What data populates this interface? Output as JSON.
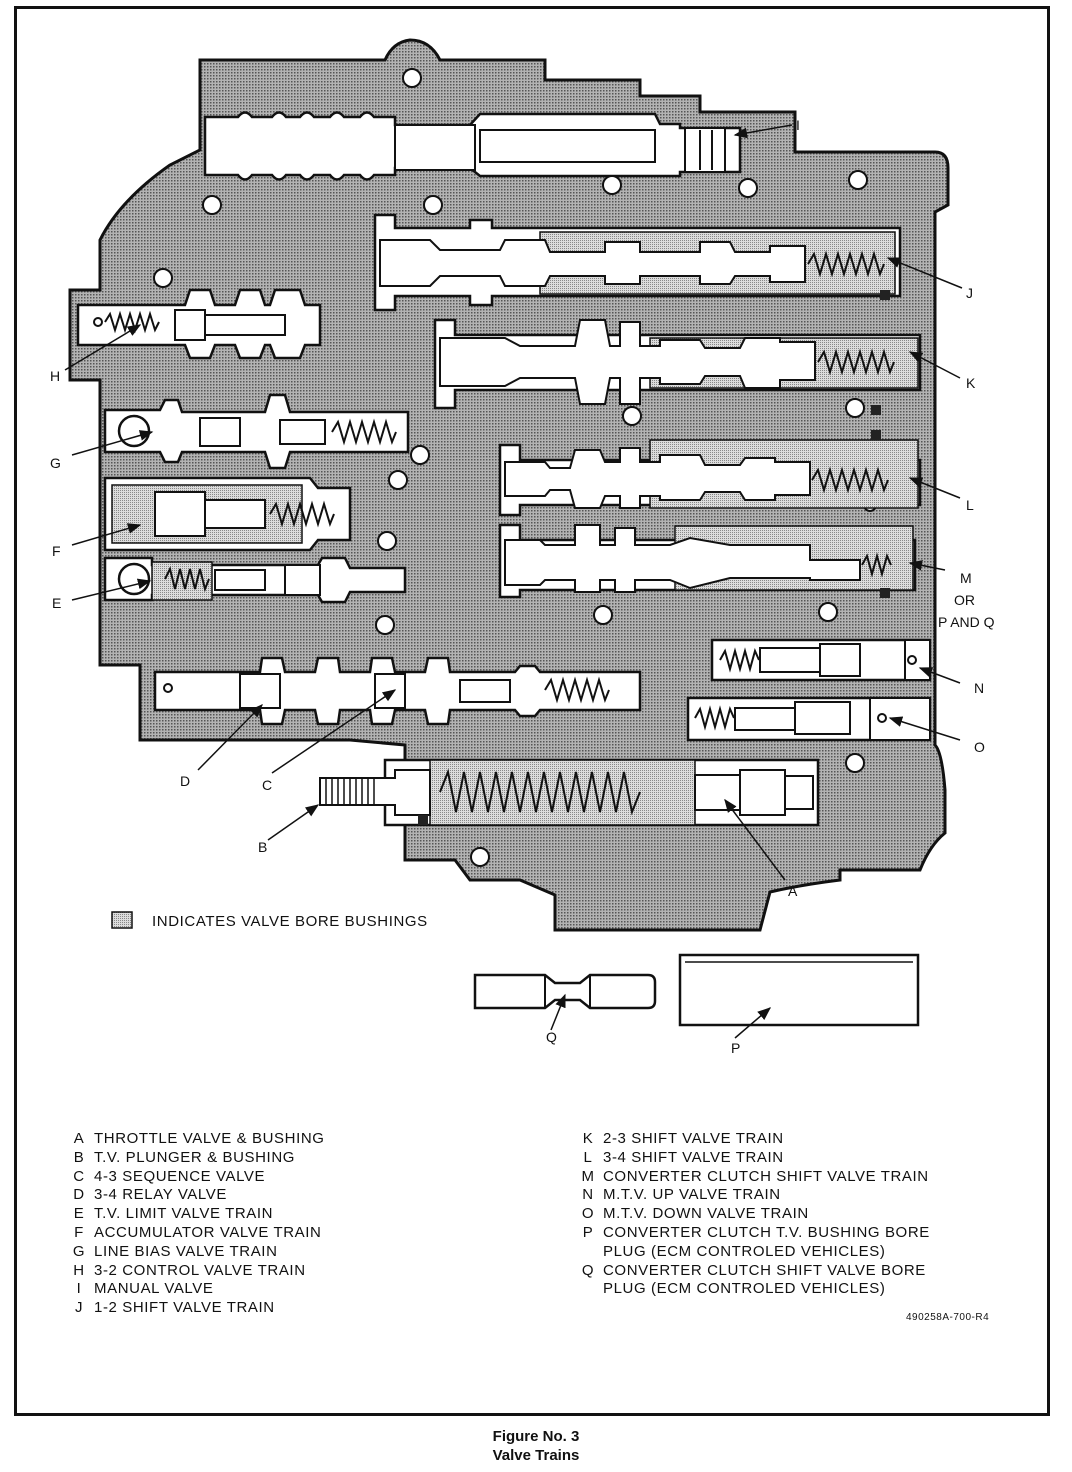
{
  "callouts": {
    "A": "A",
    "B": "B",
    "C": "C",
    "D": "D",
    "E": "E",
    "F": "F",
    "G": "G",
    "H": "H",
    "I": "I",
    "J": "J",
    "K": "K",
    "L": "L",
    "M": "M",
    "OR": "OR",
    "PQ": "P AND Q",
    "N": "N",
    "O": "O",
    "Q": "Q",
    "Q2": "Q",
    "P": "P"
  },
  "legend_note": "INDICATES VALVE BORE BUSHINGS",
  "key_left": [
    {
      "letter": "A",
      "desc": "THROTTLE VALVE & BUSHING"
    },
    {
      "letter": "B",
      "desc": "T.V. PLUNGER & BUSHING"
    },
    {
      "letter": "C",
      "desc": "4-3 SEQUENCE VALVE"
    },
    {
      "letter": "D",
      "desc": "3-4 RELAY VALVE"
    },
    {
      "letter": "E",
      "desc": "T.V. LIMIT VALVE TRAIN"
    },
    {
      "letter": "F",
      "desc": "ACCUMULATOR VALVE TRAIN"
    },
    {
      "letter": "G",
      "desc": "LINE BIAS VALVE TRAIN"
    },
    {
      "letter": "H",
      "desc": "3-2 CONTROL VALVE TRAIN"
    },
    {
      "letter": "I",
      "desc": "MANUAL VALVE"
    },
    {
      "letter": "J",
      "desc": "1-2 SHIFT VALVE TRAIN"
    }
  ],
  "key_right": [
    {
      "letter": "K",
      "desc": "2-3 SHIFT VALVE TRAIN"
    },
    {
      "letter": "L",
      "desc": "3-4 SHIFT VALVE TRAIN"
    },
    {
      "letter": "M",
      "desc": "CONVERTER CLUTCH SHIFT VALVE TRAIN"
    },
    {
      "letter": "N",
      "desc": "M.T.V. UP VALVE TRAIN"
    },
    {
      "letter": "O",
      "desc": "M.T.V. DOWN VALVE TRAIN"
    },
    {
      "letter": "P",
      "desc": "CONVERTER CLUTCH T.V. BUSHING BORE\nPLUG (ECM CONTROLED VEHICLES)"
    },
    {
      "letter": "Q",
      "desc": "CONVERTER CLUTCH SHIFT VALVE BORE\nPLUG (ECM CONTROLED VEHICLES)"
    }
  ],
  "part_number": "490258A-700-R4",
  "caption": {
    "line1": "Figure No. 3",
    "line2": "Valve Trains"
  },
  "colors": {
    "body": "#9a9a9a",
    "ink": "#111111",
    "bushing": "#cfcfcf",
    "paper": "#ffffff"
  }
}
